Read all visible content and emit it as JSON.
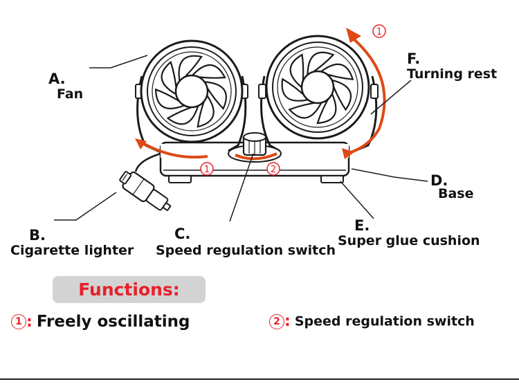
{
  "labels": {
    "fan": {
      "letter": "A.",
      "name": "Fan"
    },
    "lighter": {
      "letter": "B.",
      "name": "Cigarette lighter"
    },
    "switch": {
      "letter": "C.",
      "name": "Speed regulation switch"
    },
    "base": {
      "letter": "D.",
      "name": "Base"
    },
    "cushion": {
      "letter": "E.",
      "name": "Super glue cushion"
    },
    "turning": {
      "letter": "F.",
      "name": "Turning rest"
    }
  },
  "callouts": {
    "one": "1",
    "two": "2"
  },
  "functions": {
    "title": "Functions:",
    "items": [
      {
        "number": "1",
        "text": "Freely oscillating"
      },
      {
        "number": "2",
        "text": "Speed regulation switch"
      }
    ]
  },
  "colors": {
    "accent": "#e8202a",
    "arrow": "#dd4a16",
    "line": "#1a1a1a",
    "pill": "#d3d3d3"
  }
}
